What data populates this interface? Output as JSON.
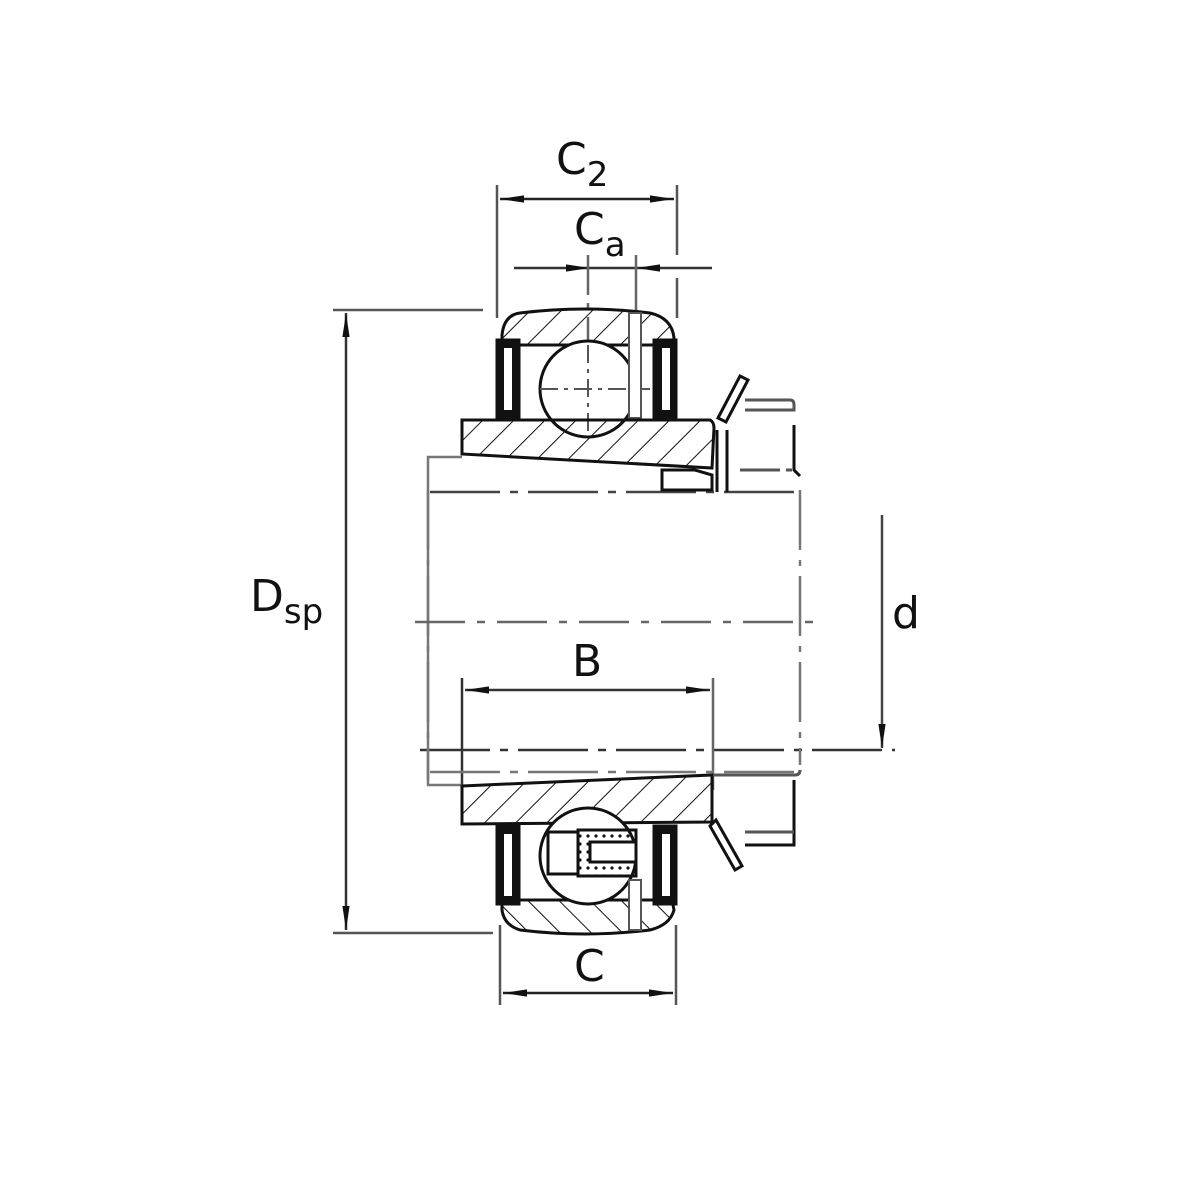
{
  "drawing": {
    "title": "Insert bearing cross-section",
    "colors": {
      "line": "#111111",
      "center_line": "#666666",
      "dim_line": "#555555",
      "background": "#ffffff"
    }
  },
  "dimensions": {
    "c2": {
      "main": "C",
      "sub": "2"
    },
    "ca": {
      "main": "C",
      "sub": "a"
    },
    "dsp": {
      "main": "D",
      "sub": "sp"
    },
    "b": {
      "main": "B"
    },
    "d": {
      "main": "d"
    },
    "c": {
      "main": "C"
    }
  }
}
